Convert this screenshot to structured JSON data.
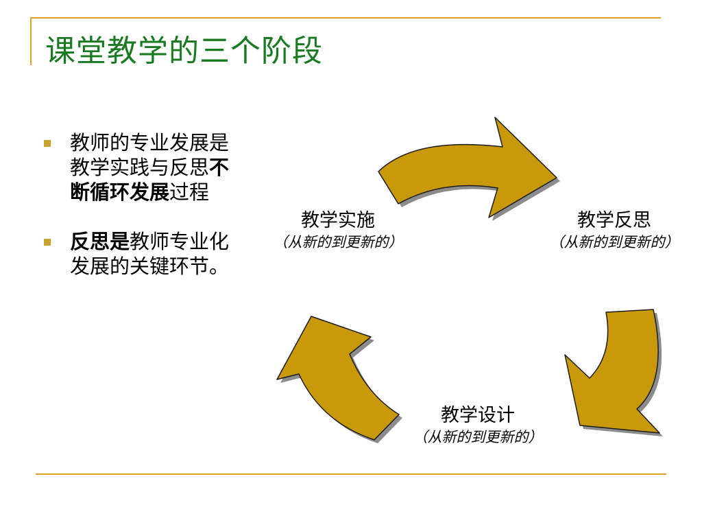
{
  "slide": {
    "title": "课堂教学的三个阶段"
  },
  "bullets": [
    {
      "lines": [
        {
          "parts": [
            {
              "text": "教师的专业发展是",
              "bold": false
            }
          ]
        },
        {
          "parts": [
            {
              "text": "教学实践与反思",
              "bold": false
            },
            {
              "text": "不",
              "bold": true
            }
          ]
        },
        {
          "parts": [
            {
              "text": "断循环发展",
              "bold": true
            },
            {
              "text": "过程",
              "bold": false
            }
          ]
        }
      ]
    },
    {
      "lines": [
        {
          "parts": [
            {
              "text": "反思是",
              "bold": true
            },
            {
              "text": "教师专业化",
              "bold": false
            }
          ]
        },
        {
          "parts": [
            {
              "text": "发展的关键环节。",
              "bold": false
            }
          ]
        }
      ]
    }
  ],
  "stages": {
    "implementation": {
      "name": "教学实施",
      "sub": "（从新的到更新的）"
    },
    "reflection": {
      "name": "教学反思",
      "sub": "（从新的到更新的）"
    },
    "design": {
      "name": "教学设计",
      "sub": "（从新的到更新的）"
    }
  },
  "colors": {
    "title": "#1a7a22",
    "rule": "#e0a020",
    "bullet_mark": "#c9a12a",
    "arrow_fill": "#c9990c",
    "arrow_stroke": "#1a1a1a",
    "arrow_shadow": "#8c8c8c"
  }
}
